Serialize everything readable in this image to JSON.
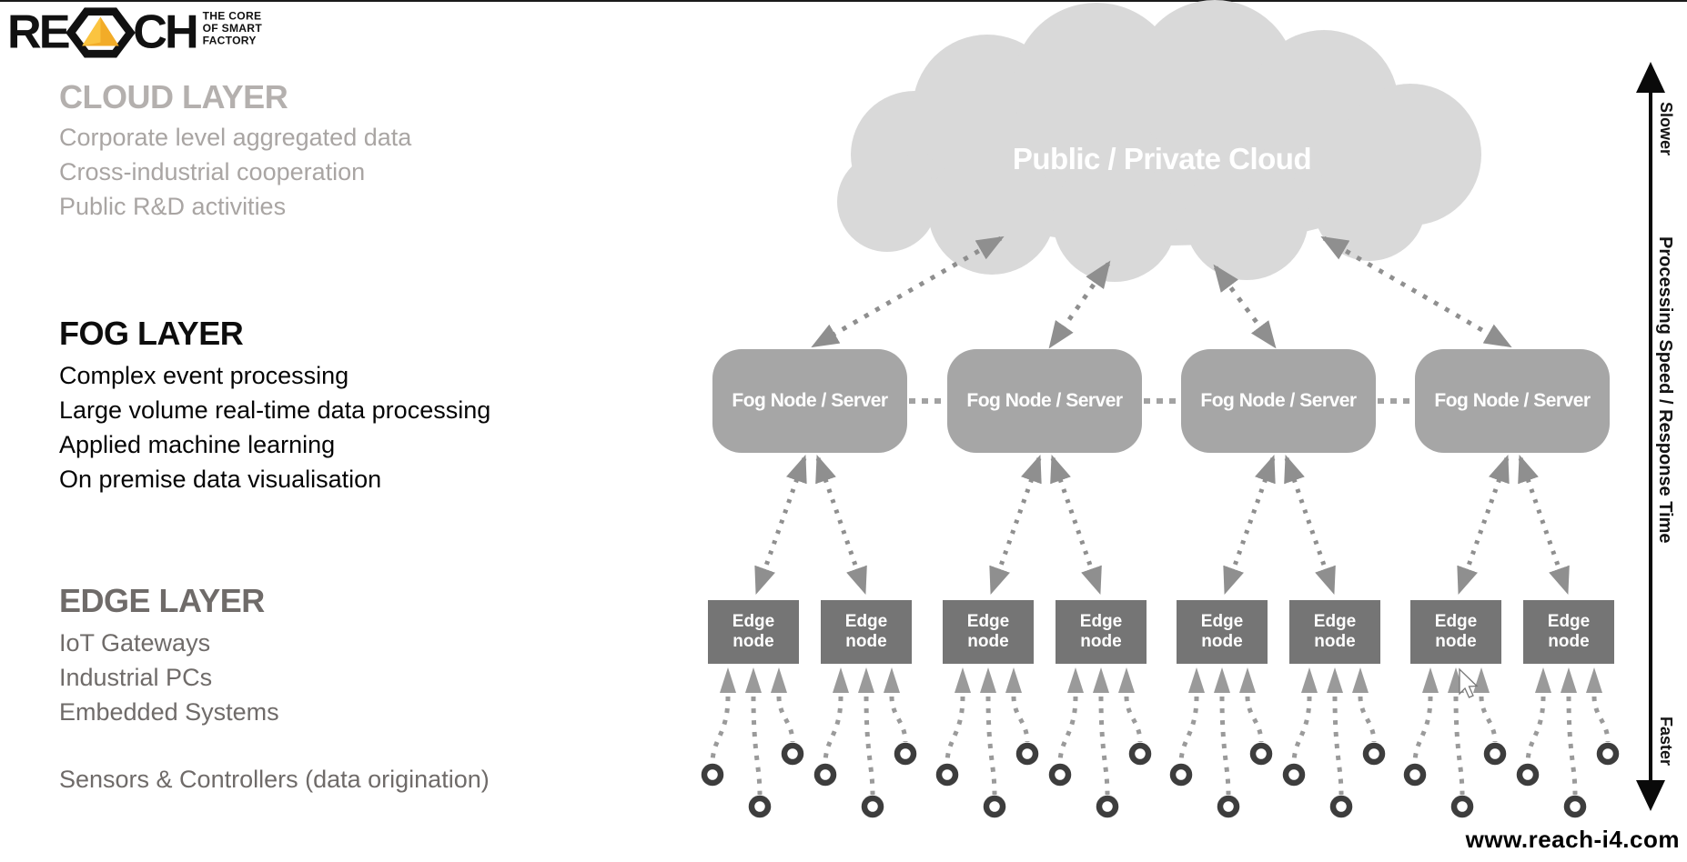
{
  "logo": {
    "brand_left": "RE",
    "brand_right": "CH",
    "tagline_lines": [
      "THE CORE",
      "OF SMART",
      "FACTORY"
    ],
    "pyramid_color": "#F2AC28"
  },
  "layer_panel": {
    "cloud": {
      "title": "CLOUD LAYER",
      "items": [
        "Corporate level aggregated data",
        "Cross-industrial cooperation",
        "Public R&D activities"
      ]
    },
    "fog": {
      "title": "FOG LAYER",
      "items": [
        "Complex event processing",
        "Large volume real-time data processing",
        "Applied machine learning",
        "On premise data visualisation"
      ]
    },
    "edge": {
      "title": "EDGE LAYER",
      "items": [
        "IoT Gateways",
        "Industrial PCs",
        "Embedded Systems"
      ]
    },
    "sensors_note": "Sensors & Controllers (data origination)"
  },
  "diagram": {
    "cloud_label": "Public / Private Cloud",
    "fog_node_label": "Fog Node / Server",
    "fog_node_count": 4,
    "edge_node_label": "Edge node",
    "edge_node_count": 8,
    "sensors_per_edge_node": 3,
    "colors": {
      "cloud_fill": "#d9d9d9",
      "fog_fill": "#a6a6a6",
      "edge_fill": "#757575",
      "arrow_gray": "#8f8f8f",
      "sensor_ring": "#3d3d3d"
    }
  },
  "speed_axis": {
    "top": "Slower",
    "middle": "Processing Speed / Response Time",
    "bottom": "Faster"
  },
  "footer": {
    "website": "www.reach-i4.com"
  }
}
